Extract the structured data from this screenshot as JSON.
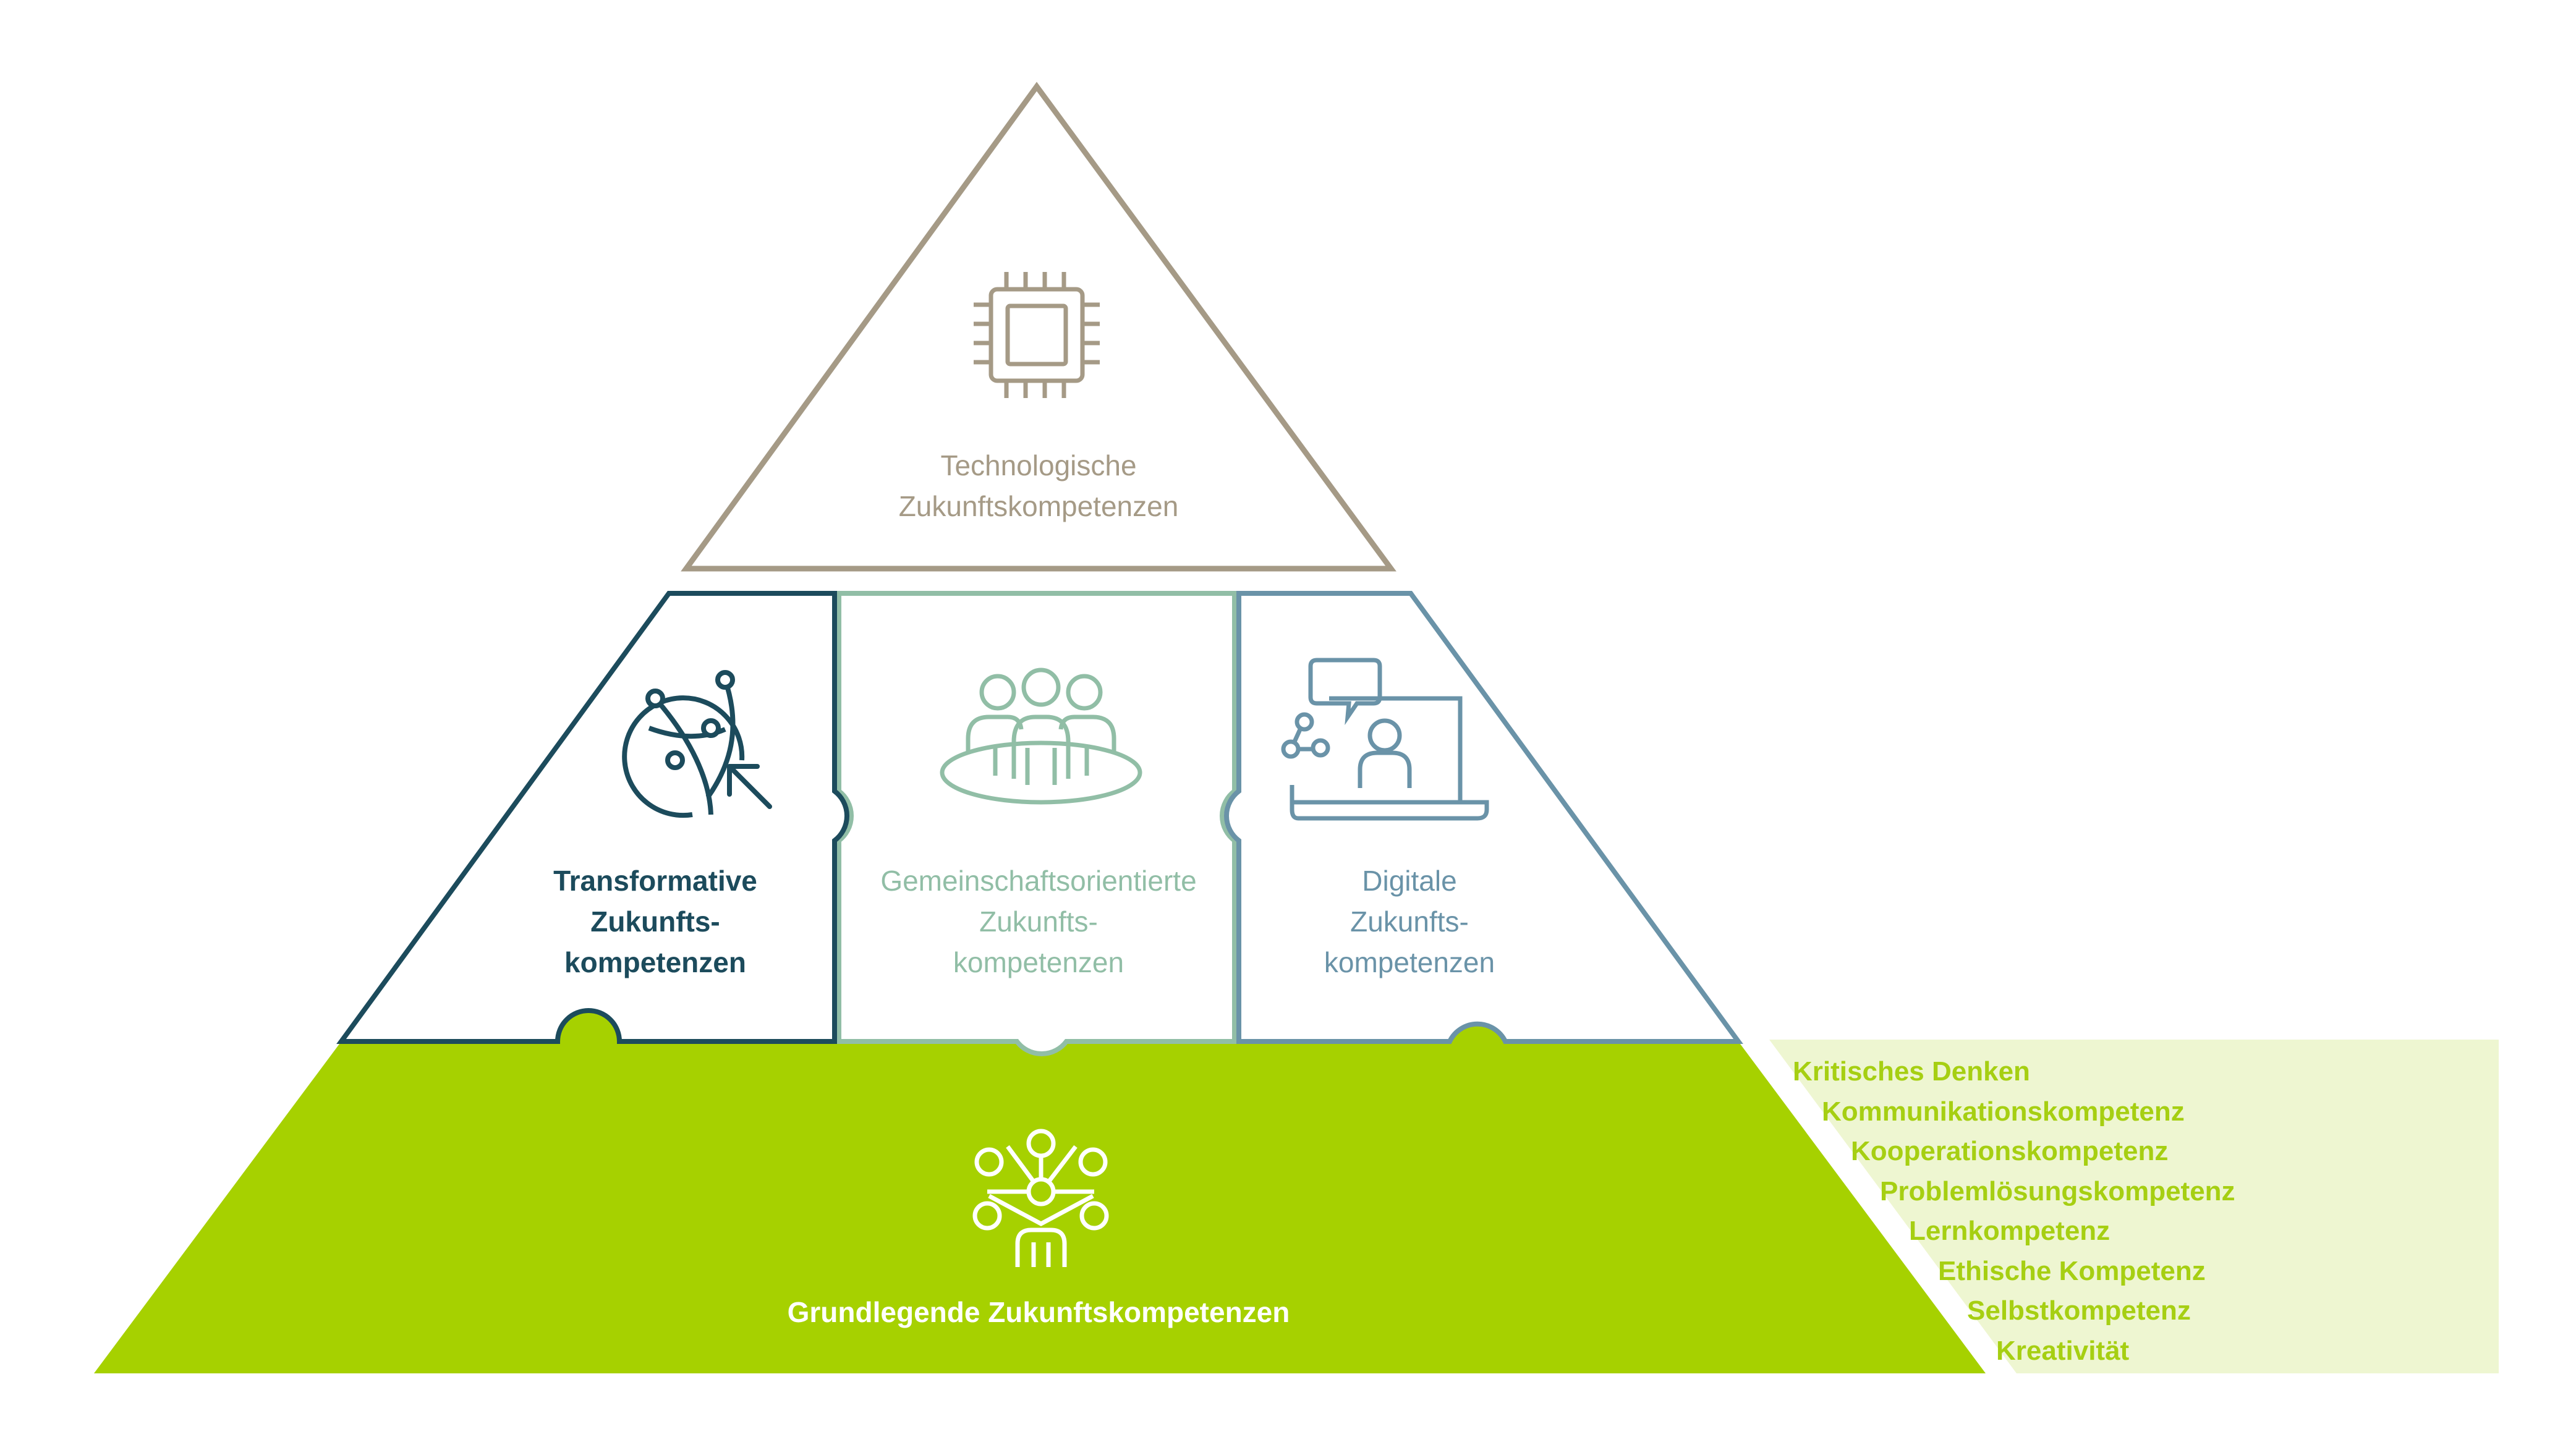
{
  "colors": {
    "technological": "#a59a86",
    "transformative": "#1c4b5c",
    "community": "#91bea6",
    "digital": "#6a93a8",
    "foundation": "#a6d100",
    "foundation_light": "#eef6d1",
    "foundation_text": "#a6cf12"
  },
  "tiers": {
    "technological": {
      "icon": "microchip-icon",
      "line1": "Technologische",
      "line2": "Zukunftskompetenzen"
    },
    "transformative": {
      "icon": "globe-cursor-icon",
      "line1": "Transformative",
      "line2": "Zukunfts-",
      "line3": "kompetenzen"
    },
    "community": {
      "icon": "group-table-icon",
      "line1": "Gemeinschaftsorientierte",
      "line2": "Zukunfts-",
      "line3": "kompetenzen"
    },
    "digital": {
      "icon": "laptop-chat-icon",
      "line1": "Digitale",
      "line2": "Zukunfts-",
      "line3": "kompetenzen"
    },
    "foundation": {
      "icon": "person-network-icon",
      "label": "Grundlegende Zukunftskompetenzen"
    }
  },
  "foundation_competencies": [
    "Kritisches Denken",
    "Kommunikationskompetenz",
    "Kooperationskompetenz",
    "Problemlösungskompetenz",
    "Lernkompetenz",
    "Ethische Kompetenz",
    "Selbstkompetenz",
    "Kreativität"
  ]
}
